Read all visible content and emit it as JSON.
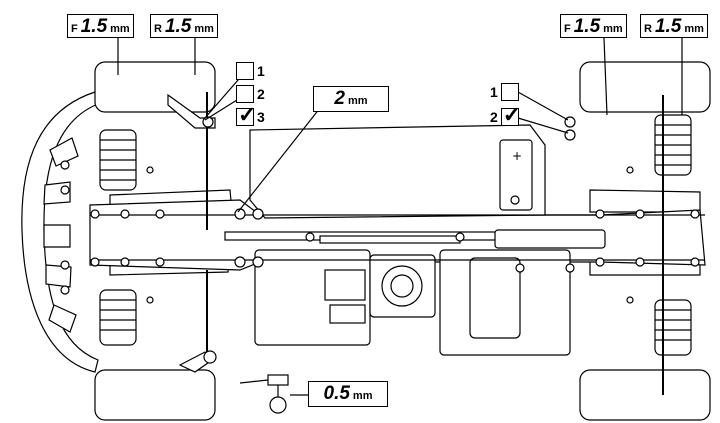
{
  "labels": {
    "front_left": {
      "side": "F",
      "value": "1.5",
      "unit": "mm"
    },
    "rear_left": {
      "side": "R",
      "value": "1.5",
      "unit": "mm"
    },
    "front_right": {
      "side": "F",
      "value": "1.5",
      "unit": "mm"
    },
    "rear_right": {
      "side": "R",
      "value": "1.5",
      "unit": "mm"
    },
    "center": {
      "value": "2",
      "unit": "mm"
    },
    "bottom": {
      "value": "0.5",
      "unit": "mm"
    }
  },
  "left_options": [
    {
      "number": "1",
      "checked": false
    },
    {
      "number": "2",
      "checked": false
    },
    {
      "number": "3",
      "checked": true
    }
  ],
  "right_options": [
    {
      "number": "1",
      "checked": false
    },
    {
      "number": "2",
      "checked": true
    }
  ],
  "check_glyph": "✓"
}
